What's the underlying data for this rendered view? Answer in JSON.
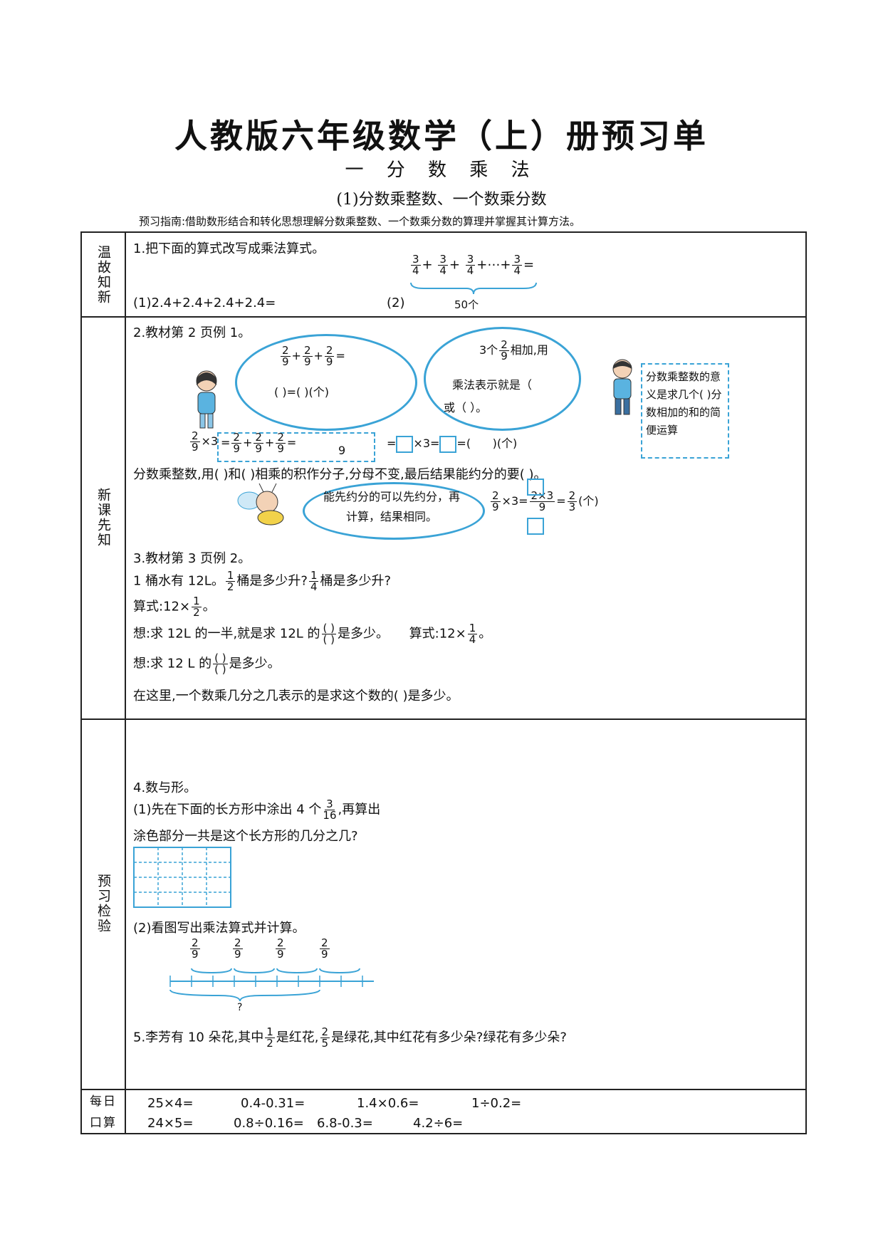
{
  "header": {
    "title": "人教版六年级数学（上）册预习单",
    "unit": "一 分 数 乘 法",
    "lesson": "(1)分数乘整数、一个数乘分数",
    "guide": "预习指南:借助数形结合和转化思想理解分数乘整数、一个数乘分数的算理并掌握其计算方法。"
  },
  "sections": {
    "review_label": "温故知新",
    "new_label": "新课先知",
    "check_label": "预习检验",
    "oral_label": "每日口算"
  },
  "review": {
    "q1": "1.把下面的算式改写成乘法算式。",
    "q1_part1": "(1)2.4+2.4+2.4+2.4=",
    "q1_part2": "(2)",
    "expr_tail": "+⋯+",
    "equals": "=",
    "brace_label": "50个",
    "frac_num": "3",
    "frac_den": "4"
  },
  "new_lesson": {
    "q2": "2.教材第 2 页例 1。",
    "bubble1_line2": "(       )=(       )(个)",
    "bubble2_line1a": "3个",
    "bubble2_line1b": "相加,用",
    "bubble2_line2": "乘法表示就是（",
    "bubble2_line3": "或（        ）。",
    "note_box": "分数乘整数的意义是求几个(     )分数相加的和的简便运算",
    "step_equals": "=",
    "step_plus": "+",
    "step_times3": "×3",
    "step_units": "(个)",
    "rule": "分数乘整数,用(     )和(     )相乘的积作分子,分母不变,最后结果能约分的要(     )。",
    "bubble3": "能先约分的可以先约分，再计算，结果相同。",
    "example_num1": "2",
    "example_den1": "9",
    "result_num": "2",
    "result_den": "3",
    "times3": "×3=",
    "unit": "(个)",
    "mid_num": "2×3",
    "mid_den": "9",
    "q3": "3.教材第 3 页例 2。",
    "q3_line1a": "1 桶水有 12L。",
    "q3_line1b": "桶是多少升?",
    "q3_line1c": "桶是多少升?",
    "q3_line2": "算式:12×",
    "q3_line3a": "想:求 12L 的一半,就是求 12L 的",
    "q3_line3b": "是多少。",
    "q3_line3c": "算式:12×",
    "q3_line4a": "想:求 12 L 的",
    "q3_line4b": "是多少。",
    "q3_line5": "在这里,一个数乘几分之几表示的是求这个数的(              )是多少。",
    "half_num": "1",
    "half_den": "2",
    "quarter_num": "1",
    "quarter_den": "4",
    "blank": "(  )",
    "period": "。"
  },
  "check": {
    "q4": "4.数与形。",
    "q4_1a": "(1)先在下面的长方形中涂出 4 个",
    "q4_1b": ",再算出",
    "q4_1c": "涂色部分一共是这个长方形的几分之几?",
    "frac_num": "3",
    "frac_den": "16",
    "q4_2": "(2)看图写出乘法算式并计算。",
    "seg_num": "2",
    "seg_den": "9",
    "question_mark": "?",
    "q5a": "5.李芳有 10 朵花,其中",
    "q5b": "是红花,",
    "q5c": "是绿花,其中红花有多少朵?绿花有多少朵?",
    "q5_half_num": "1",
    "q5_half_den": "2",
    "q5_two5_num": "2",
    "q5_two5_den": "5"
  },
  "oral": {
    "row1": [
      "25×4=",
      "0.4-0.31=",
      "1.4×0.6=",
      "1÷0.2="
    ],
    "row2": [
      "24×5=",
      "0.8÷0.16=",
      "6.8-0.3=",
      "4.2÷6="
    ]
  },
  "colors": {
    "accent": "#3aa3d6"
  }
}
